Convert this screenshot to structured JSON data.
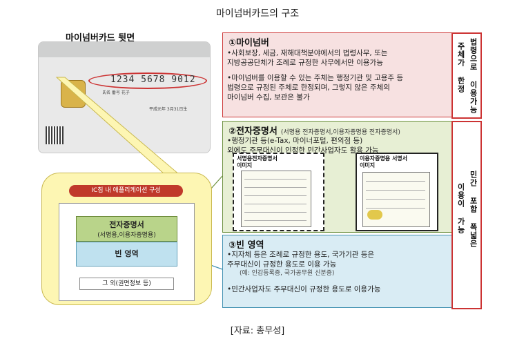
{
  "title": "마이넘버카드의 구조",
  "card": {
    "label": "마이넘버카드 뒷면",
    "number": "1234 5678 9012",
    "name_line": "氏名 番号 花子",
    "date_line": "平成元年 3月31日生"
  },
  "ic_chip": {
    "header": "IC칩 내 애플리케이션 구성",
    "cert_title": "전자증명서",
    "cert_sub": "(서명용,이용자증명용)",
    "empty": "빈 영역",
    "other": "그 외(권면정보 등)"
  },
  "sections": {
    "s1": {
      "title": "①마이넘버",
      "lines": [
        "•사회보장, 세금, 재해대책분야에서의 법령사무, 또는",
        "  지방공공단체가 조례로 규정한 사무에서만 이용가능",
        "•마이넘버를 이용할 수 있는 주체는 행정기관 및 고용주 등",
        "  법령으로 규정된 주체로 한정되며, 그렇지 않은 주체의",
        "  마이넘버 수집, 보관은 불가"
      ]
    },
    "s2": {
      "title": "②전자증명서",
      "sub": "(서명용 전자증명서,이용자증명용 전자증명서)",
      "line1": "•행정기관 등(e-Tax, 마이너포털, 편의점 등)",
      "line2": "  외에도 주무대신이 인정한 민간사업자도 활용 가능",
      "img_left": "서명용전자증명서\n이미지",
      "img_right": "이용자증명용 서명서\n이미지"
    },
    "s3": {
      "title": "③빈 영역",
      "line1": "•지자체 등은 조례로 규정한 용도, 국가기관 등은",
      "line2": "  주무대신이 규정한 용도로 이용 가능",
      "example": "(예: 인감등록증, 국가공무원 신분증)",
      "line3": "•민간사업자도 주무대신이 규정한 용도로 이용가능"
    }
  },
  "side": {
    "top_a": "법령으로 이용가능",
    "top_b": "주체가 한정",
    "bottom_a": "민간 포함 폭넓은",
    "bottom_b": "이용이 가능"
  },
  "source": "[자료: 총무성]",
  "colors": {
    "red": "#c33333",
    "green": "#6b8f3e",
    "blue": "#3f8fb0",
    "yellow": "#fdf6b3"
  }
}
